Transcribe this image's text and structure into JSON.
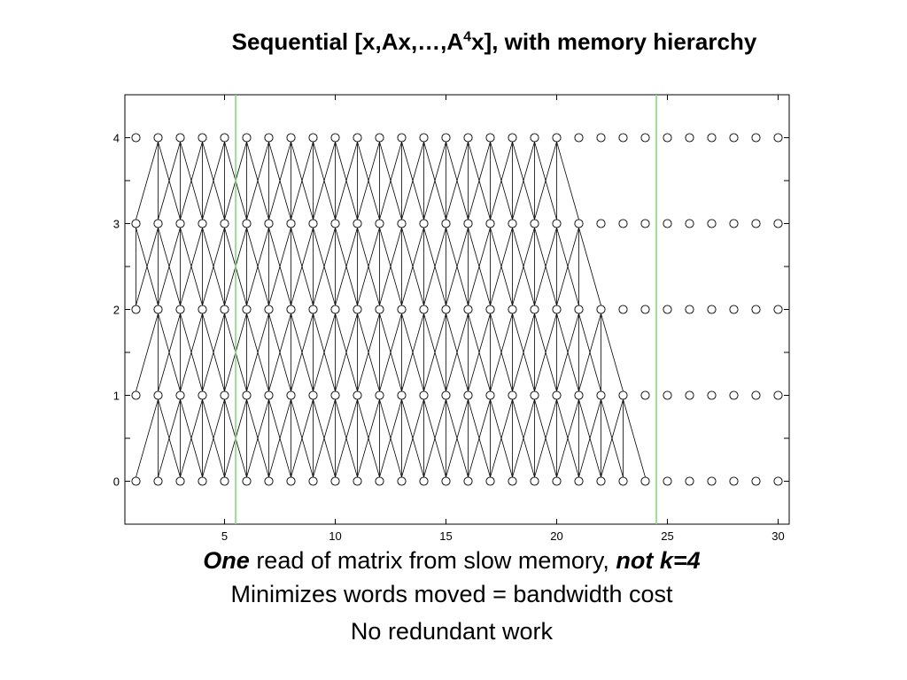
{
  "title": {
    "prefix": "Sequential [x,Ax,…,A",
    "superscript": "4",
    "suffix": "x], with memory hierarchy"
  },
  "chart_data": {
    "type": "scatter",
    "x": [
      1,
      2,
      3,
      4,
      5,
      6,
      7,
      8,
      9,
      10,
      11,
      12,
      13,
      14,
      15,
      16,
      17,
      18,
      19,
      20,
      21,
      22,
      23,
      24,
      25,
      26,
      27,
      28,
      29,
      30
    ],
    "levels": [
      0,
      1,
      2,
      3,
      4
    ],
    "xlim": [
      0.5,
      30.5
    ],
    "ylim": [
      -0.5,
      4.5
    ],
    "xticks": [
      5,
      10,
      15,
      20,
      25,
      30
    ],
    "yticks": [
      0,
      1,
      2,
      3,
      4
    ],
    "markers": "open circles",
    "dependency_edges": "each point (j, i) for i ≥ 1 is joined to (j-1, i-1), (j, i-1), (j+1, i-1)",
    "computed_range_by_level": {
      "1": [
        2,
        23
      ],
      "2": [
        2,
        22
      ],
      "3": [
        1,
        21
      ],
      "4": [
        2,
        20
      ]
    },
    "vertical_marker_lines_x": [
      5.5,
      24.5
    ],
    "marker_line_color": "#7fdc7f",
    "line_color": "#000000"
  },
  "captions": {
    "line1_italic": "One",
    "line1_mid": " read of matrix from slow memory, ",
    "line1_end_italic": "not k=4",
    "line2": "Minimizes words moved = bandwidth cost",
    "line3": "No redundant work"
  }
}
